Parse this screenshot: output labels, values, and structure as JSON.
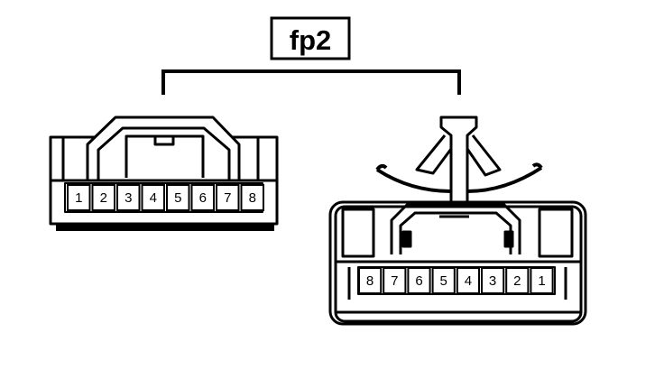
{
  "title": "fp2",
  "left_connector": {
    "pins": [
      "1",
      "2",
      "3",
      "4",
      "5",
      "6",
      "7",
      "8"
    ]
  },
  "right_connector": {
    "pins": [
      "8",
      "7",
      "6",
      "5",
      "4",
      "3",
      "2",
      "1"
    ]
  },
  "colors": {
    "line": "#000000",
    "background": "#ffffff"
  }
}
